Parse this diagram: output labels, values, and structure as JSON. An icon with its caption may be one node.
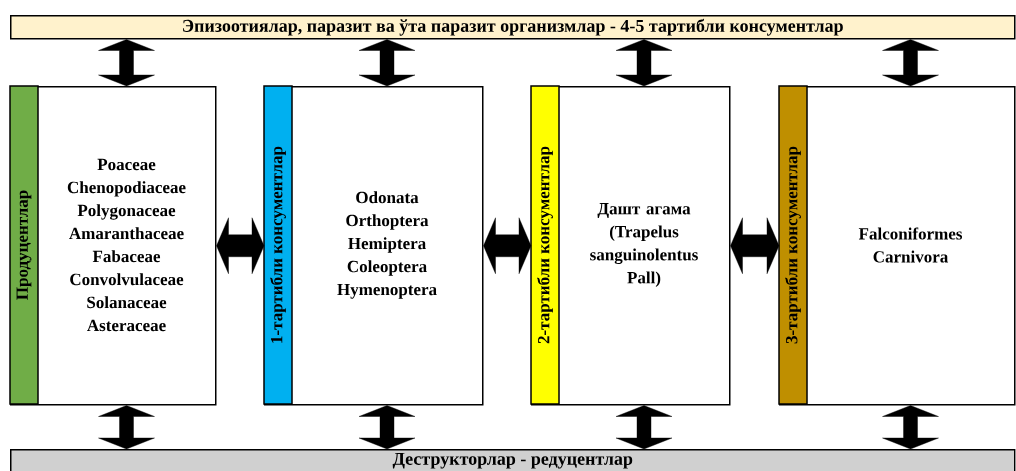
{
  "diagram": {
    "nodes": [
      {
        "text": [
          "Эпизоотиялар, паразит ва ўта паразит организмлар - 4-5 тартибли консументлар"
        ]
      },
      {
        "text": [
          "Poaceae",
          "Chenopodiaceae",
          "Polygonaceae",
          "Amaranthaceae",
          "Fabaceae",
          "Convolvulaceae",
          "Solanaceae",
          "Asteraceae"
        ]
      },
      {
        "text": [
          "Продуцентлар"
        ],
        "in": 1
      },
      {
        "text": [
          "Odonata",
          "Orthoptera",
          "Hemiptera",
          "Coleoptera",
          "Hymenoptera"
        ]
      },
      {
        "text": [
          "1-тартибли консументлар"
        ],
        "in": 3
      },
      {
        "text": [
          "Дашт агама (Trapelus sanguinolentus Pall)"
        ]
      },
      {
        "text": [
          "2-тартибли консументлар"
        ],
        "in": 5
      },
      {
        "text": [
          "Falconiformes",
          "Carnivora"
        ]
      },
      {
        "text": [
          "3-тартибли консументлар"
        ],
        "in": 7
      },
      {
        "text": [
          "Деструкторлар - редуцентлар"
        ]
      }
    ],
    "edges": [
      {
        "from": 0,
        "to": 1,
        "arrow": "both"
      },
      {
        "from": 0,
        "to": 3,
        "arrow": "both"
      },
      {
        "from": 0,
        "to": 5,
        "arrow": "both"
      },
      {
        "from": 0,
        "to": 7,
        "arrow": "both"
      },
      {
        "from": 1,
        "to": 3,
        "arrow": "both"
      },
      {
        "from": 3,
        "to": 5,
        "arrow": "both"
      },
      {
        "from": 5,
        "to": 7,
        "arrow": "both"
      },
      {
        "from": 1,
        "to": 9,
        "arrow": "both"
      },
      {
        "from": 3,
        "to": 9,
        "arrow": "both"
      },
      {
        "from": 5,
        "to": 9,
        "arrow": "both"
      },
      {
        "from": 7,
        "to": 9,
        "arrow": "both"
      }
    ]
  }
}
